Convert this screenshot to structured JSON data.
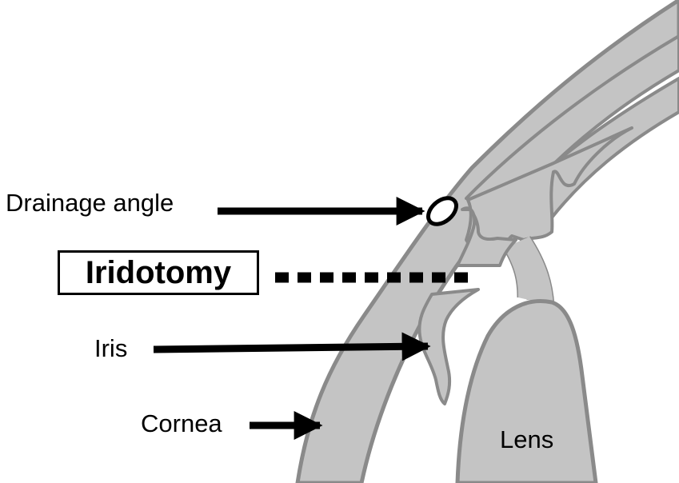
{
  "labels": {
    "drainage_angle": "Drainage angle",
    "iridotomy": "Iridotomy",
    "iris": "Iris",
    "cornea": "Cornea",
    "lens": "Lens"
  },
  "colors": {
    "tissue_fill": "#c4c4c4",
    "tissue_outline": "#8a8a8a",
    "arrows_text": "#000000",
    "background": "#ffffff"
  }
}
